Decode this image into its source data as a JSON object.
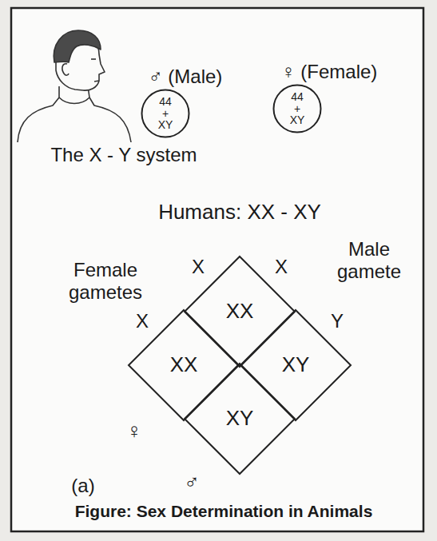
{
  "diagram": {
    "caption": "Figure: Sex Determination in Animals",
    "nodes": [
      {
        "text": [
          "44 + XY"
        ]
      },
      {
        "text": [
          "44 + XY"
        ]
      },
      {
        "text": [
          "XX"
        ]
      },
      {
        "text": [
          "XX"
        ]
      },
      {
        "text": [
          "XY"
        ]
      },
      {
        "text": [
          "XY"
        ]
      }
    ],
    "labels": [
      "♂ (Male)",
      "♀ (Female)",
      "The X - Y system",
      "Humans: XX - XY",
      "Female gametes",
      "X",
      "X",
      "Male gamete",
      "X",
      "Y",
      "♀",
      "♂",
      "(a)"
    ]
  }
}
